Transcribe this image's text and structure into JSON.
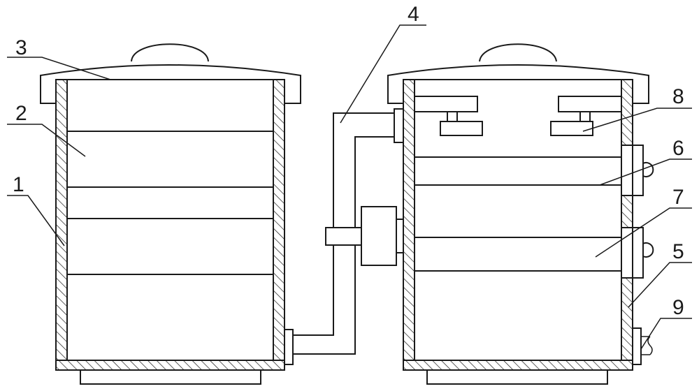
{
  "labels": {
    "n1": "1",
    "n2": "2",
    "n3": "3",
    "n4": "4",
    "n5": "5",
    "n6": "6",
    "n7": "7",
    "n8": "8",
    "n9": "9"
  },
  "colors": {
    "line": "#1a1a1a",
    "background": "#ffffff"
  }
}
